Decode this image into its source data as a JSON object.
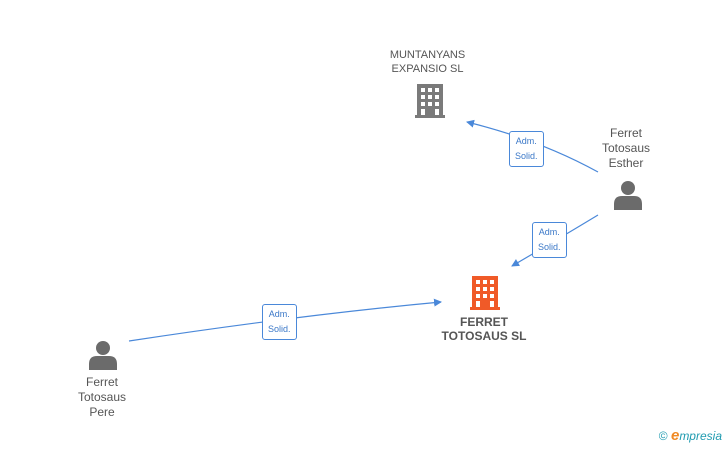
{
  "nodes": {
    "muntanyans": {
      "label": "MUNTANYANS\nEXPANSIO SL",
      "type": "company"
    },
    "ferret_totosaus_sl": {
      "label": "FERRET\nTOTOSAUS SL",
      "type": "company-main"
    },
    "esther": {
      "label": "Ferret\nTotosaus\nEsther",
      "type": "person"
    },
    "pere": {
      "label": "Ferret\nTotosaus\nPere",
      "type": "person"
    }
  },
  "edges": [
    {
      "from": "esther",
      "to": "muntanyans",
      "label": "Adm.\nSolid."
    },
    {
      "from": "esther",
      "to": "ferret_totosaus_sl",
      "label": "Adm.\nSolid."
    },
    {
      "from": "pere",
      "to": "ferret_totosaus_sl",
      "label": "Adm.\nSolid."
    }
  ],
  "footer": {
    "copyright": "©",
    "brand_initial": "e",
    "brand_rest": "mpresia"
  },
  "colors": {
    "company": "#7a7a7a",
    "company_main": "#f05a28",
    "person": "#6b6b6b",
    "edge": "#4a88d9"
  }
}
